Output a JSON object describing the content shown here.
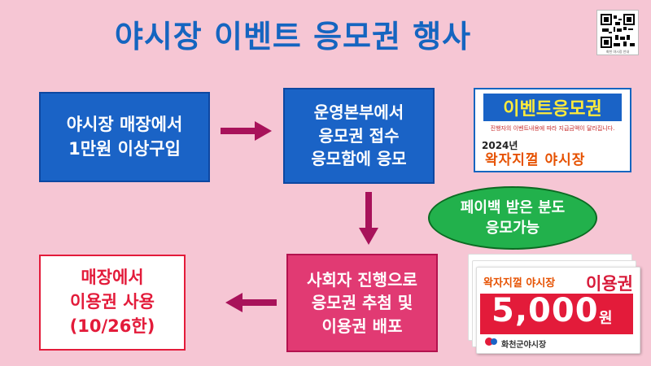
{
  "title": "야시장 이벤트 응모권 행사",
  "qr": {
    "caption": "화천 야시장 안내"
  },
  "steps": {
    "step1": [
      "야시장 매장에서",
      "1만원 이상구입"
    ],
    "step2": [
      "운영본부에서",
      "응모권 접수",
      "응모함에 응모"
    ],
    "step3": [
      "사회자 진행으로",
      "응모권 추첨 및",
      "이용권 배포"
    ],
    "step4": [
      "매장에서",
      "이용권 사용",
      "(10/26한)"
    ]
  },
  "note": [
    "페이백 받은 분도",
    "응모가능"
  ],
  "poster": {
    "title": "이벤트응모권",
    "desc": "진행자의 이벤트내용에 따라 지급금액이 달라집니다.",
    "year": "2024년",
    "festival": "왁자지껄 야시장"
  },
  "ticket": {
    "festival": "왁자지껄 야시장",
    "label": "이용권",
    "amount": "5,000",
    "unit": "원",
    "org": "화천군야시장"
  },
  "colors": {
    "background": "#f6c6d4",
    "blue": "#1a63c6",
    "pink": "#e13a73",
    "red": "#e31b3a",
    "green": "#22b14c",
    "arrow": "#a8125a"
  }
}
